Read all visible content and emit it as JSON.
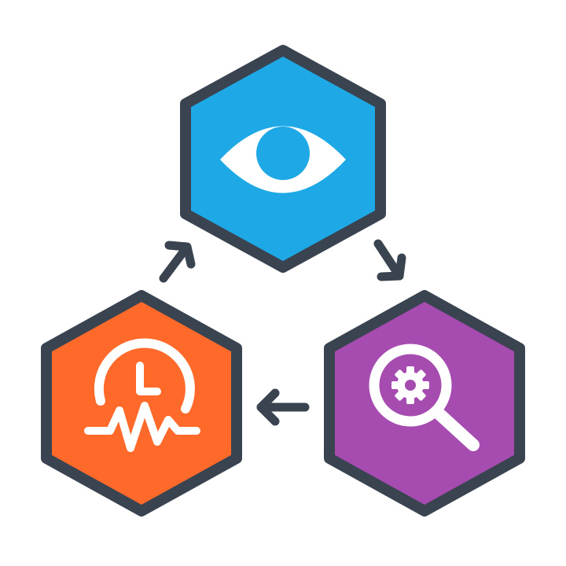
{
  "colors": {
    "outline": "#3a4350",
    "observe": "#1ea8e6",
    "analyze": "#a64bb0",
    "monitor": "#ff6a2b",
    "icon": "#ffffff",
    "background": "#ffffff"
  },
  "nodes": [
    {
      "id": "observe",
      "icon": "eye-icon",
      "color_key": "observe"
    },
    {
      "id": "analyze",
      "icon": "magnifier-gear-icon",
      "color_key": "analyze"
    },
    {
      "id": "monitor",
      "icon": "clock-pulse-icon",
      "color_key": "monitor"
    }
  ],
  "edges": [
    {
      "from": "observe",
      "to": "analyze"
    },
    {
      "from": "analyze",
      "to": "monitor"
    },
    {
      "from": "monitor",
      "to": "observe"
    }
  ]
}
